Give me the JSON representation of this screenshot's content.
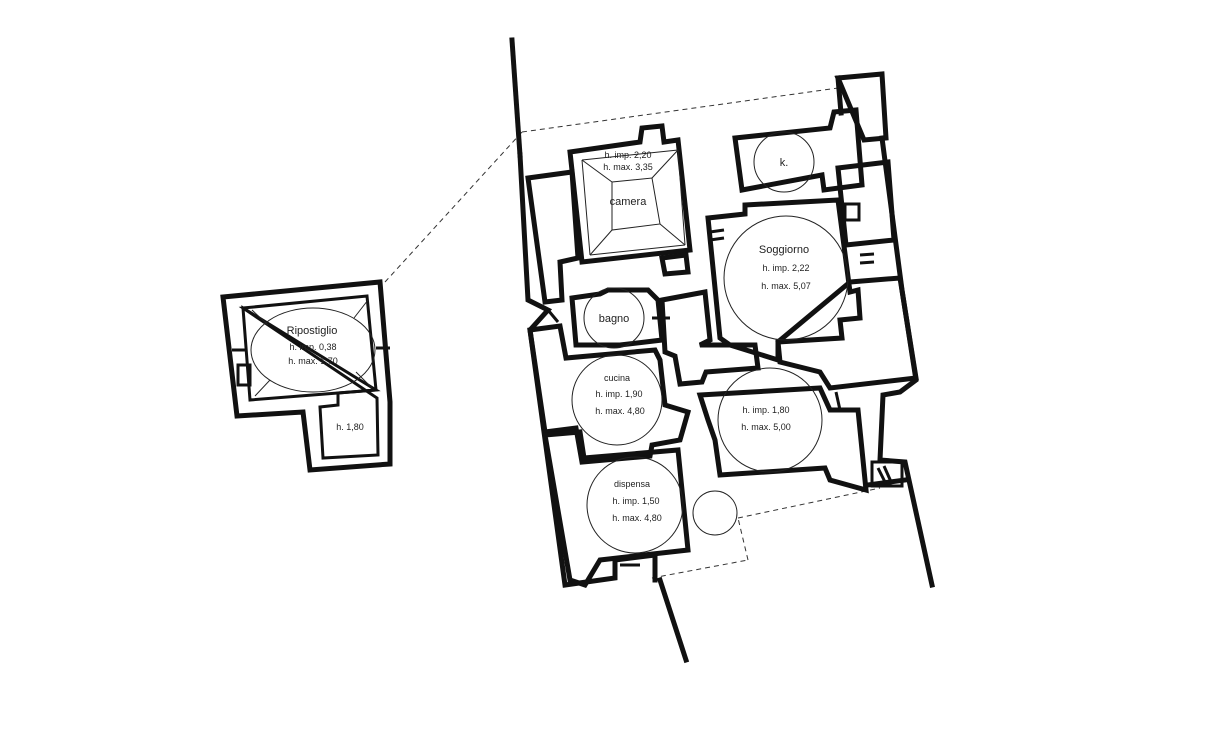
{
  "rooms": {
    "ripostiglio": {
      "name": "Ripostiglio",
      "h_imp": "h. imp. 0,38",
      "h_max": "h. max. 1,70",
      "extra": "h. 1,80"
    },
    "camera": {
      "name": "camera",
      "h_imp": "h. imp. 2,20",
      "h_max": "h. max. 3,35"
    },
    "k": {
      "name": "k."
    },
    "soggiorno": {
      "name": "Soggiorno",
      "h_imp": "h. imp. 2,22",
      "h_max": "h. max. 5,07"
    },
    "bagno": {
      "name": "bagno"
    },
    "cucina": {
      "name": "cucina",
      "h_imp": "h. imp. 1,90",
      "h_max": "h. max. 4,80"
    },
    "room_east": {
      "h_imp": "h. imp. 1,80",
      "h_max": "h. max. 5,00"
    },
    "dispensa": {
      "name": "dispensa",
      "h_imp": "h. imp. 1,50",
      "h_max": "h. max. 4,80"
    }
  },
  "colors": {
    "wall": "#111111",
    "background": "#ffffff"
  }
}
